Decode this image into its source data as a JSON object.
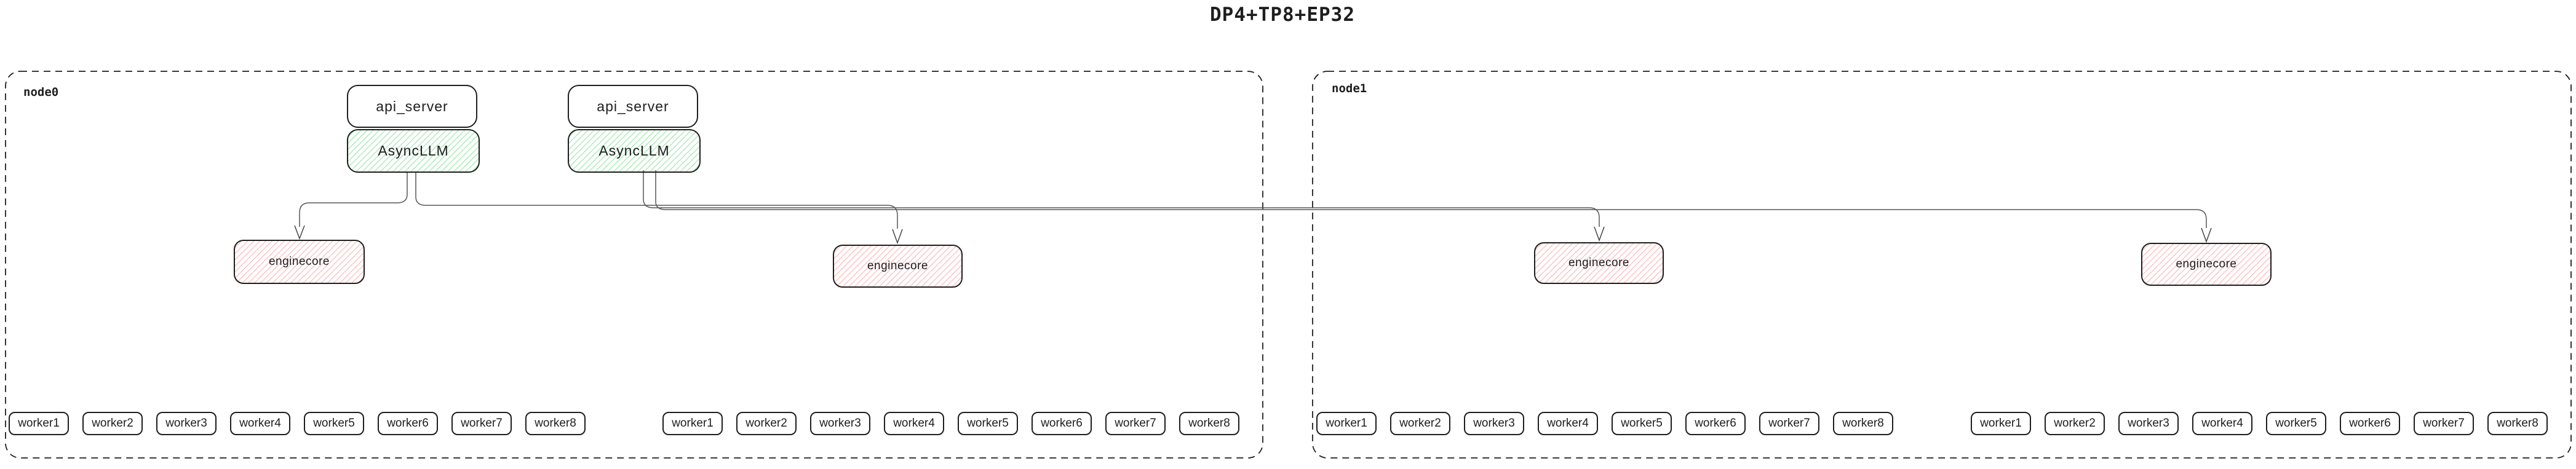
{
  "title": "DP4+TP8+EP32",
  "nodes": [
    {
      "label": "node0"
    },
    {
      "label": "node1"
    }
  ],
  "components": {
    "api_server": "api_server",
    "async_llm": "AsyncLLM",
    "engine_core": "enginecore",
    "workers": [
      "worker1",
      "worker2",
      "worker3",
      "worker4",
      "worker5",
      "worker6",
      "worker7",
      "worker8"
    ]
  },
  "colors": {
    "background": "#ffffff",
    "box_border": "#1e1e1e",
    "async_llm_hatch": "#69db7c",
    "engine_core_hatch": "#ff8787",
    "edge_line": "#575757",
    "text": "#1e1e1e"
  }
}
